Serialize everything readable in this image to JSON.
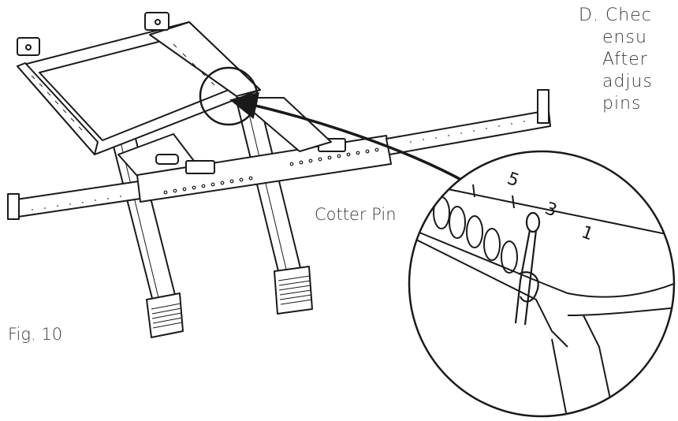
{
  "instruction": {
    "letter": "D.",
    "lines": [
      "Chec",
      "ensu",
      "After",
      "adjus",
      "pins"
    ]
  },
  "callout": {
    "label": "Cotter Pin"
  },
  "figure": {
    "label": "Fig. 10"
  },
  "hole_numbers": [
    "5",
    "3",
    "1"
  ],
  "colors": {
    "ink": "#1a1a1a",
    "text": "#3a3a3a",
    "background": "#ffffff"
  }
}
